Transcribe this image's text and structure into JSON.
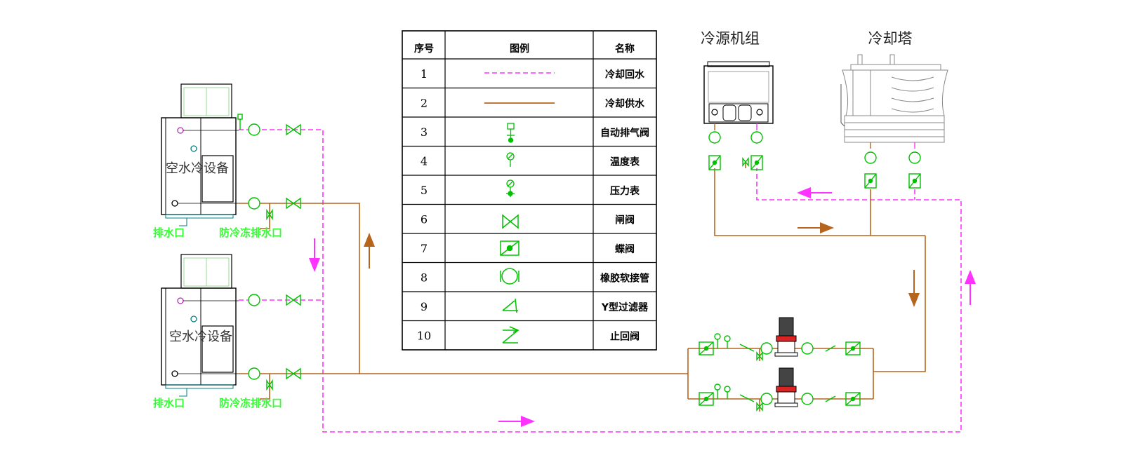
{
  "colors": {
    "return_pipe": "#ff33ff",
    "supply_pipe": "#b5651d",
    "component": "#00c000",
    "label": "#33ff33",
    "line": "#000000"
  },
  "legend": {
    "headers": {
      "no": "序号",
      "symbol": "图例",
      "name": "名称"
    },
    "rows": [
      {
        "no": "1",
        "name": "冷却回水",
        "symbol": "dashed-magenta-line"
      },
      {
        "no": "2",
        "name": "冷却供水",
        "symbol": "solid-brown-line"
      },
      {
        "no": "3",
        "name": "自动排气阀",
        "symbol": "air-vent-valve-icon"
      },
      {
        "no": "4",
        "name": "温度表",
        "symbol": "thermometer-icon"
      },
      {
        "no": "5",
        "name": "压力表",
        "symbol": "pressure-gauge-icon"
      },
      {
        "no": "6",
        "name": "闸阀",
        "symbol": "gate-valve-icon"
      },
      {
        "no": "7",
        "name": "蝶阀",
        "symbol": "butterfly-valve-icon"
      },
      {
        "no": "8",
        "name": "橡胶软接管",
        "symbol": "rubber-joint-icon"
      },
      {
        "no": "9",
        "name": "Y型过滤器",
        "symbol": "y-strainer-icon"
      },
      {
        "no": "10",
        "name": "止回阀",
        "symbol": "check-valve-icon"
      }
    ]
  },
  "equipment": {
    "chiller_title": "冷源机组",
    "tower_title": "冷却塔",
    "unit_label": "空水冷设备",
    "drain_label": "排水口",
    "antifreeze_drain_label": "防冷冻排水口"
  }
}
